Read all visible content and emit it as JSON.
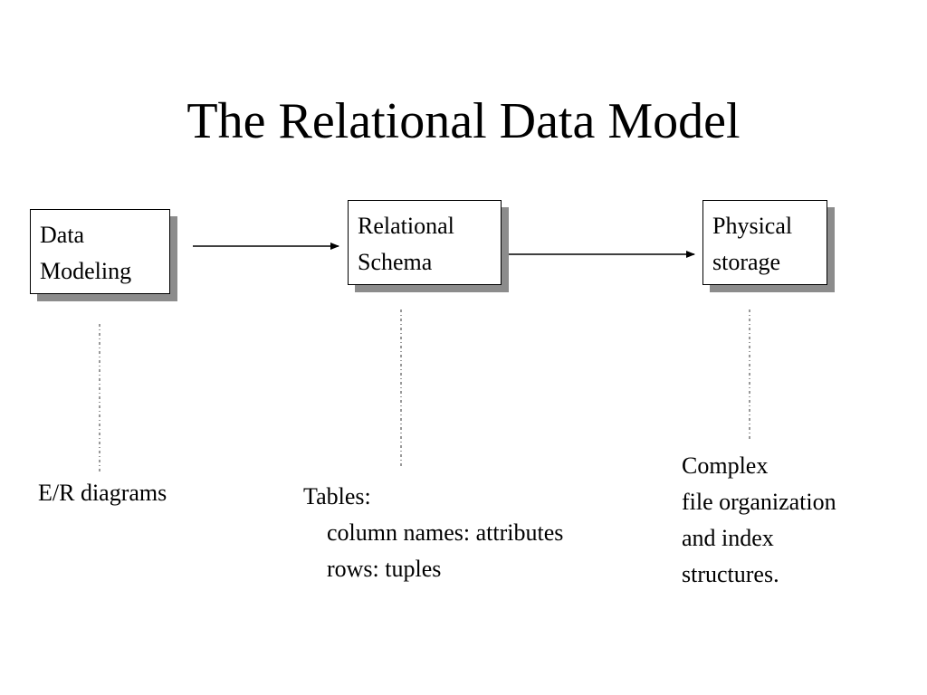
{
  "slide": {
    "title": "The Relational Data Model"
  },
  "nodes": {
    "data_modeling": {
      "line1": "Data",
      "line2": "Modeling"
    },
    "relational_schema": {
      "line1": "Relational",
      "line2": "Schema"
    },
    "physical_storage": {
      "line1": "Physical",
      "line2": "storage"
    }
  },
  "notes": {
    "er": {
      "text": "E/R diagrams"
    },
    "tables": {
      "heading": "Tables:",
      "item1": "column names: attributes",
      "item2": "rows: tuples"
    },
    "complex": {
      "line1": "Complex",
      "line2": "file organization",
      "line3": "and index",
      "line4": "structures."
    }
  },
  "colors": {
    "shadow": "#8c8c8c",
    "line": "#000000"
  }
}
